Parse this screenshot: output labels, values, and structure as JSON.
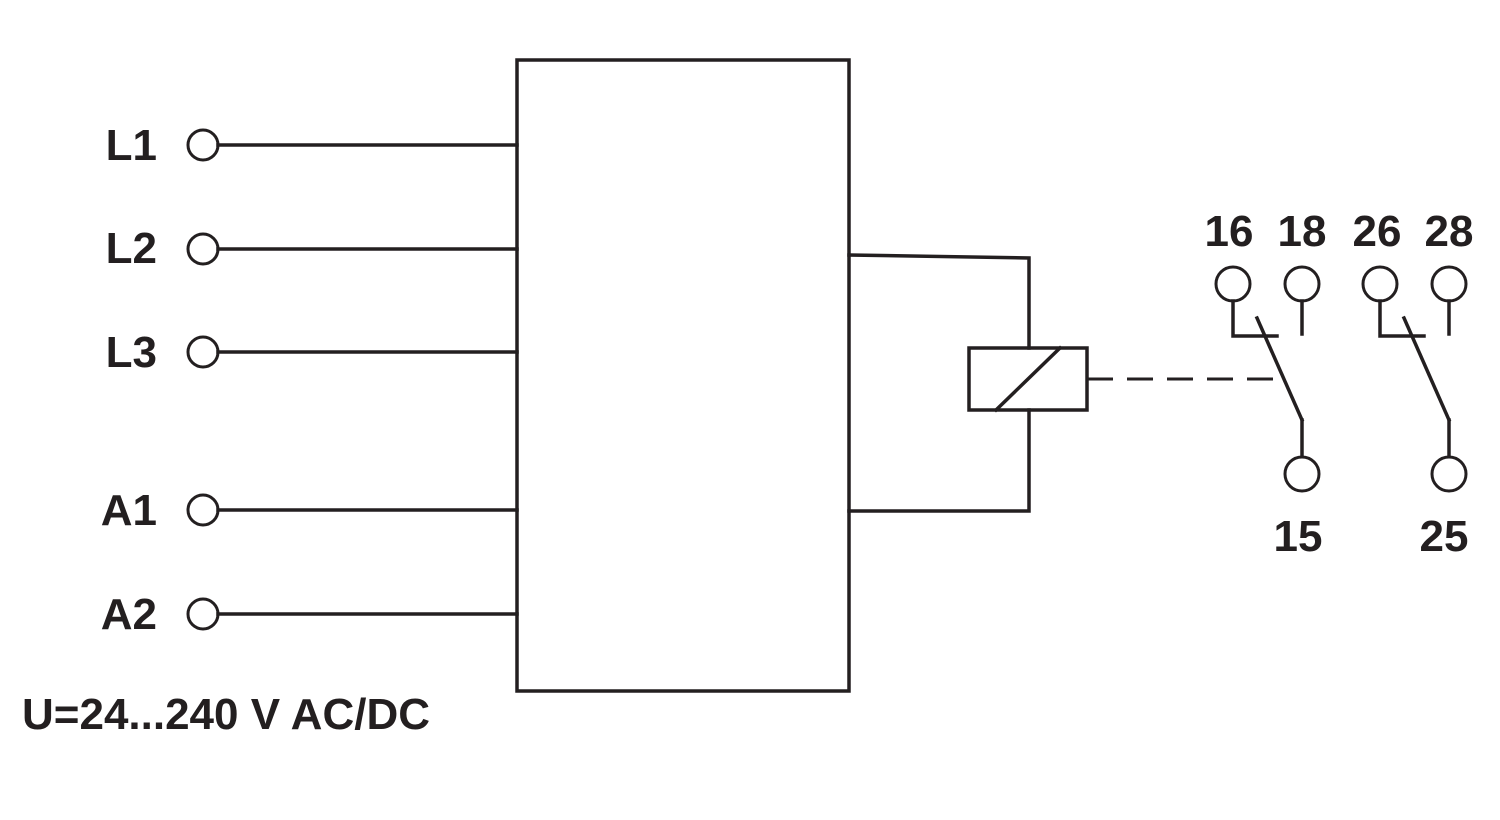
{
  "diagram": {
    "inputs": [
      "L1",
      "L2",
      "L3",
      "A1",
      "A2"
    ],
    "supply_label": "U=24...240 V AC/DC",
    "contacts": {
      "group1": {
        "nc": "16",
        "no": "18",
        "common": "15"
      },
      "group2": {
        "nc": "26",
        "no": "28",
        "common": "25"
      }
    },
    "line_color": "#231f20"
  }
}
